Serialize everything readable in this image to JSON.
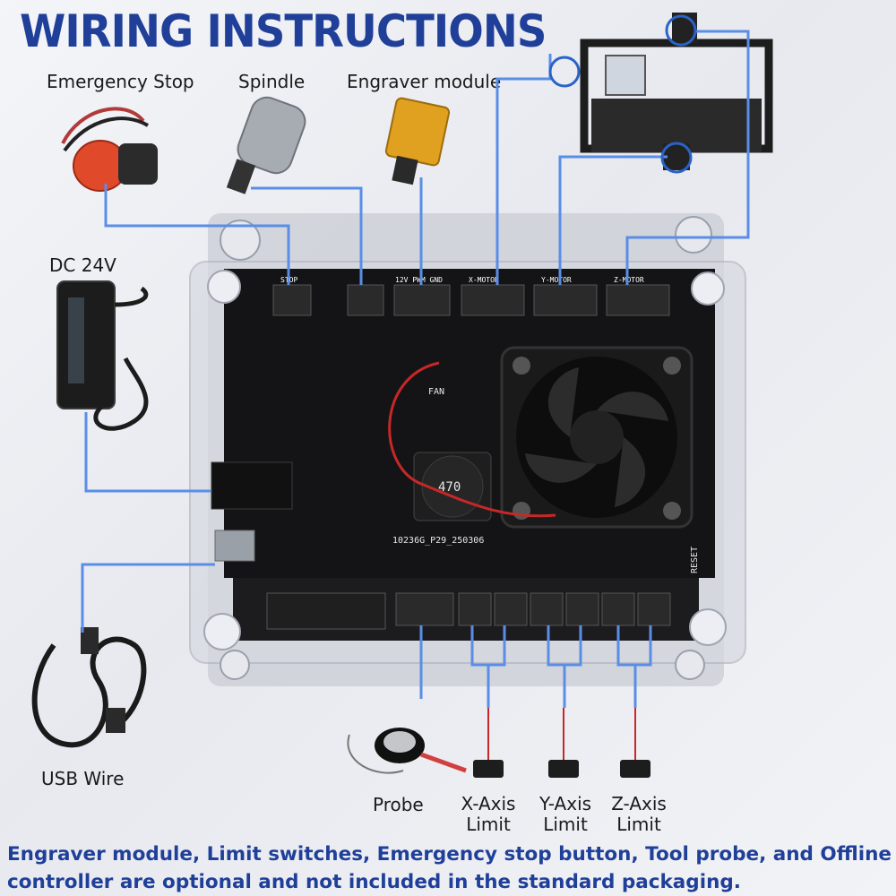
{
  "title": "WIRING INSTRUCTIONS",
  "components": {
    "emergency_stop": "Emergency Stop",
    "spindle": "Spindle",
    "engraver_module": "Engraver module",
    "power": "DC 24V",
    "usb": "USB Wire",
    "probe": "Probe",
    "x_limit": "X-Axis\nLimit",
    "y_limit": "Y-Axis\nLimit",
    "z_limit": "Z-Axis\nLimit"
  },
  "board": {
    "connectors": [
      "STOP",
      "12V PWM GND",
      "X-MOTOR",
      "Y-MOTOR",
      "Z-MOTOR"
    ],
    "fan_label": "FAN",
    "inductor_label": "470",
    "board_id": "10236G_P29_250306",
    "reset_label": "RESET"
  },
  "note": "Engraver module, Limit switches, Emergency stop button, Tool probe, and Offline controller are optional and not included in the standard packaging.",
  "colors": {
    "title": "#1f3f99",
    "wire": "#5a8ee6",
    "note": "#1f3f99"
  }
}
